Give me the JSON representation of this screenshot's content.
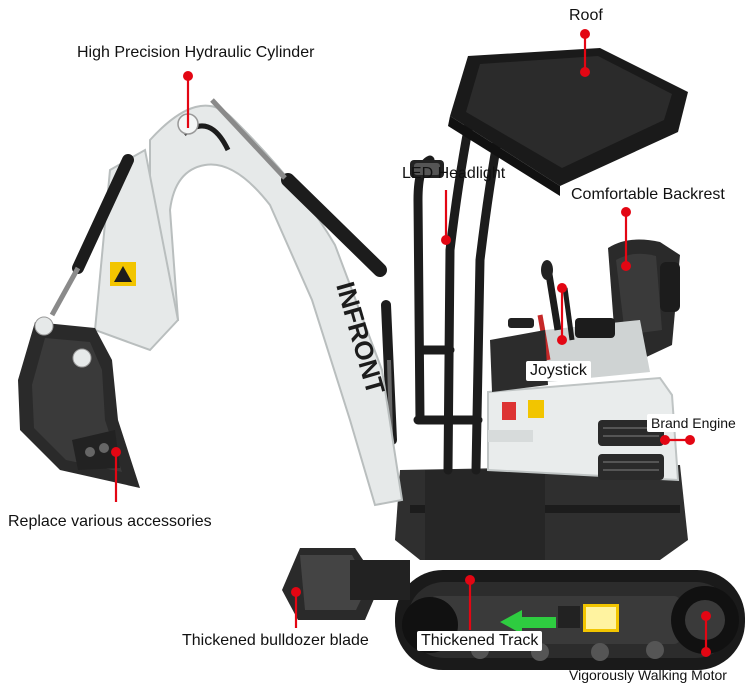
{
  "annotations": [
    {
      "id": "roof",
      "label": "Roof"
    },
    {
      "id": "cylinder",
      "label": "High Precision Hydraulic Cylinder"
    },
    {
      "id": "headlight",
      "label": "LED Headlight"
    },
    {
      "id": "backrest",
      "label": "Comfortable Backrest"
    },
    {
      "id": "joystick",
      "label": "Joystick"
    },
    {
      "id": "engine",
      "label": "Brand Engine"
    },
    {
      "id": "accessories",
      "label": "Replace various accessories"
    },
    {
      "id": "blade",
      "label": "Thickened bulldozer blade"
    },
    {
      "id": "track",
      "label": "Thickened Track"
    },
    {
      "id": "motor",
      "label": "Vigorously Walking Motor"
    }
  ],
  "brand": {
    "boom_text": "INFRONT"
  },
  "colors": {
    "marker": "#e30613",
    "arrow": "#2ecc40",
    "body": "#e9ecec",
    "dark": "#2b2b2b"
  }
}
